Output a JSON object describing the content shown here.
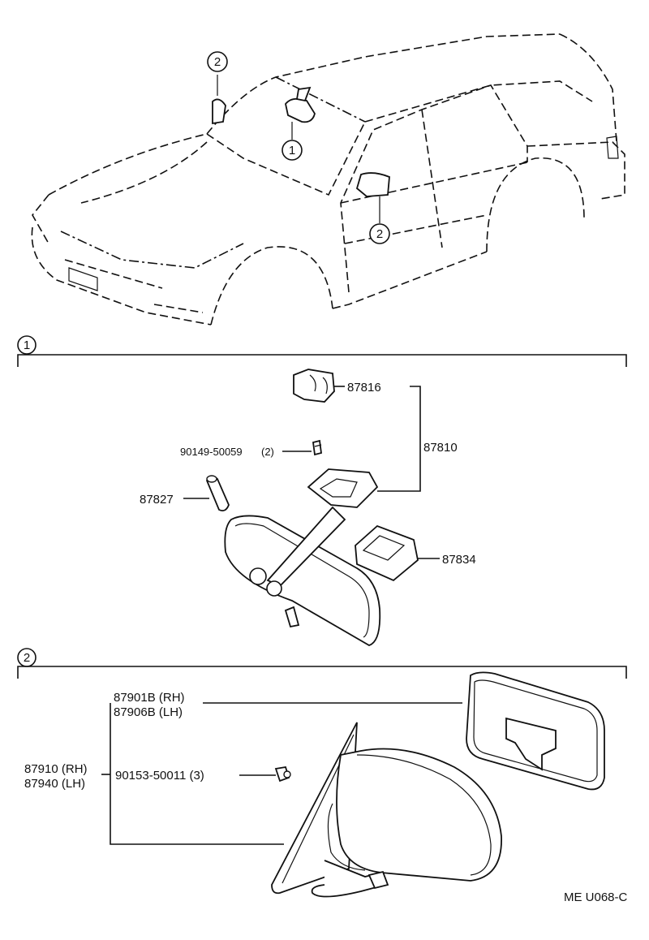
{
  "callouts": {
    "c1": "1",
    "c2": "2"
  },
  "section1": {
    "marker": "1",
    "labels": {
      "holder": "87816",
      "assembly": "87810",
      "screw": "90149-50059",
      "screw_qty": "(2)",
      "cover": "87827",
      "cover2": "87834"
    }
  },
  "section2": {
    "marker": "2",
    "labels": {
      "mirror_rh": "87901B (RH)",
      "mirror_lh": "87906B (LH)",
      "outer_rh": "87910 (RH)",
      "outer_lh": "87940 (LH)",
      "screw": "90153-50011 (3)"
    }
  },
  "footer": {
    "code": "ME U068-C"
  }
}
